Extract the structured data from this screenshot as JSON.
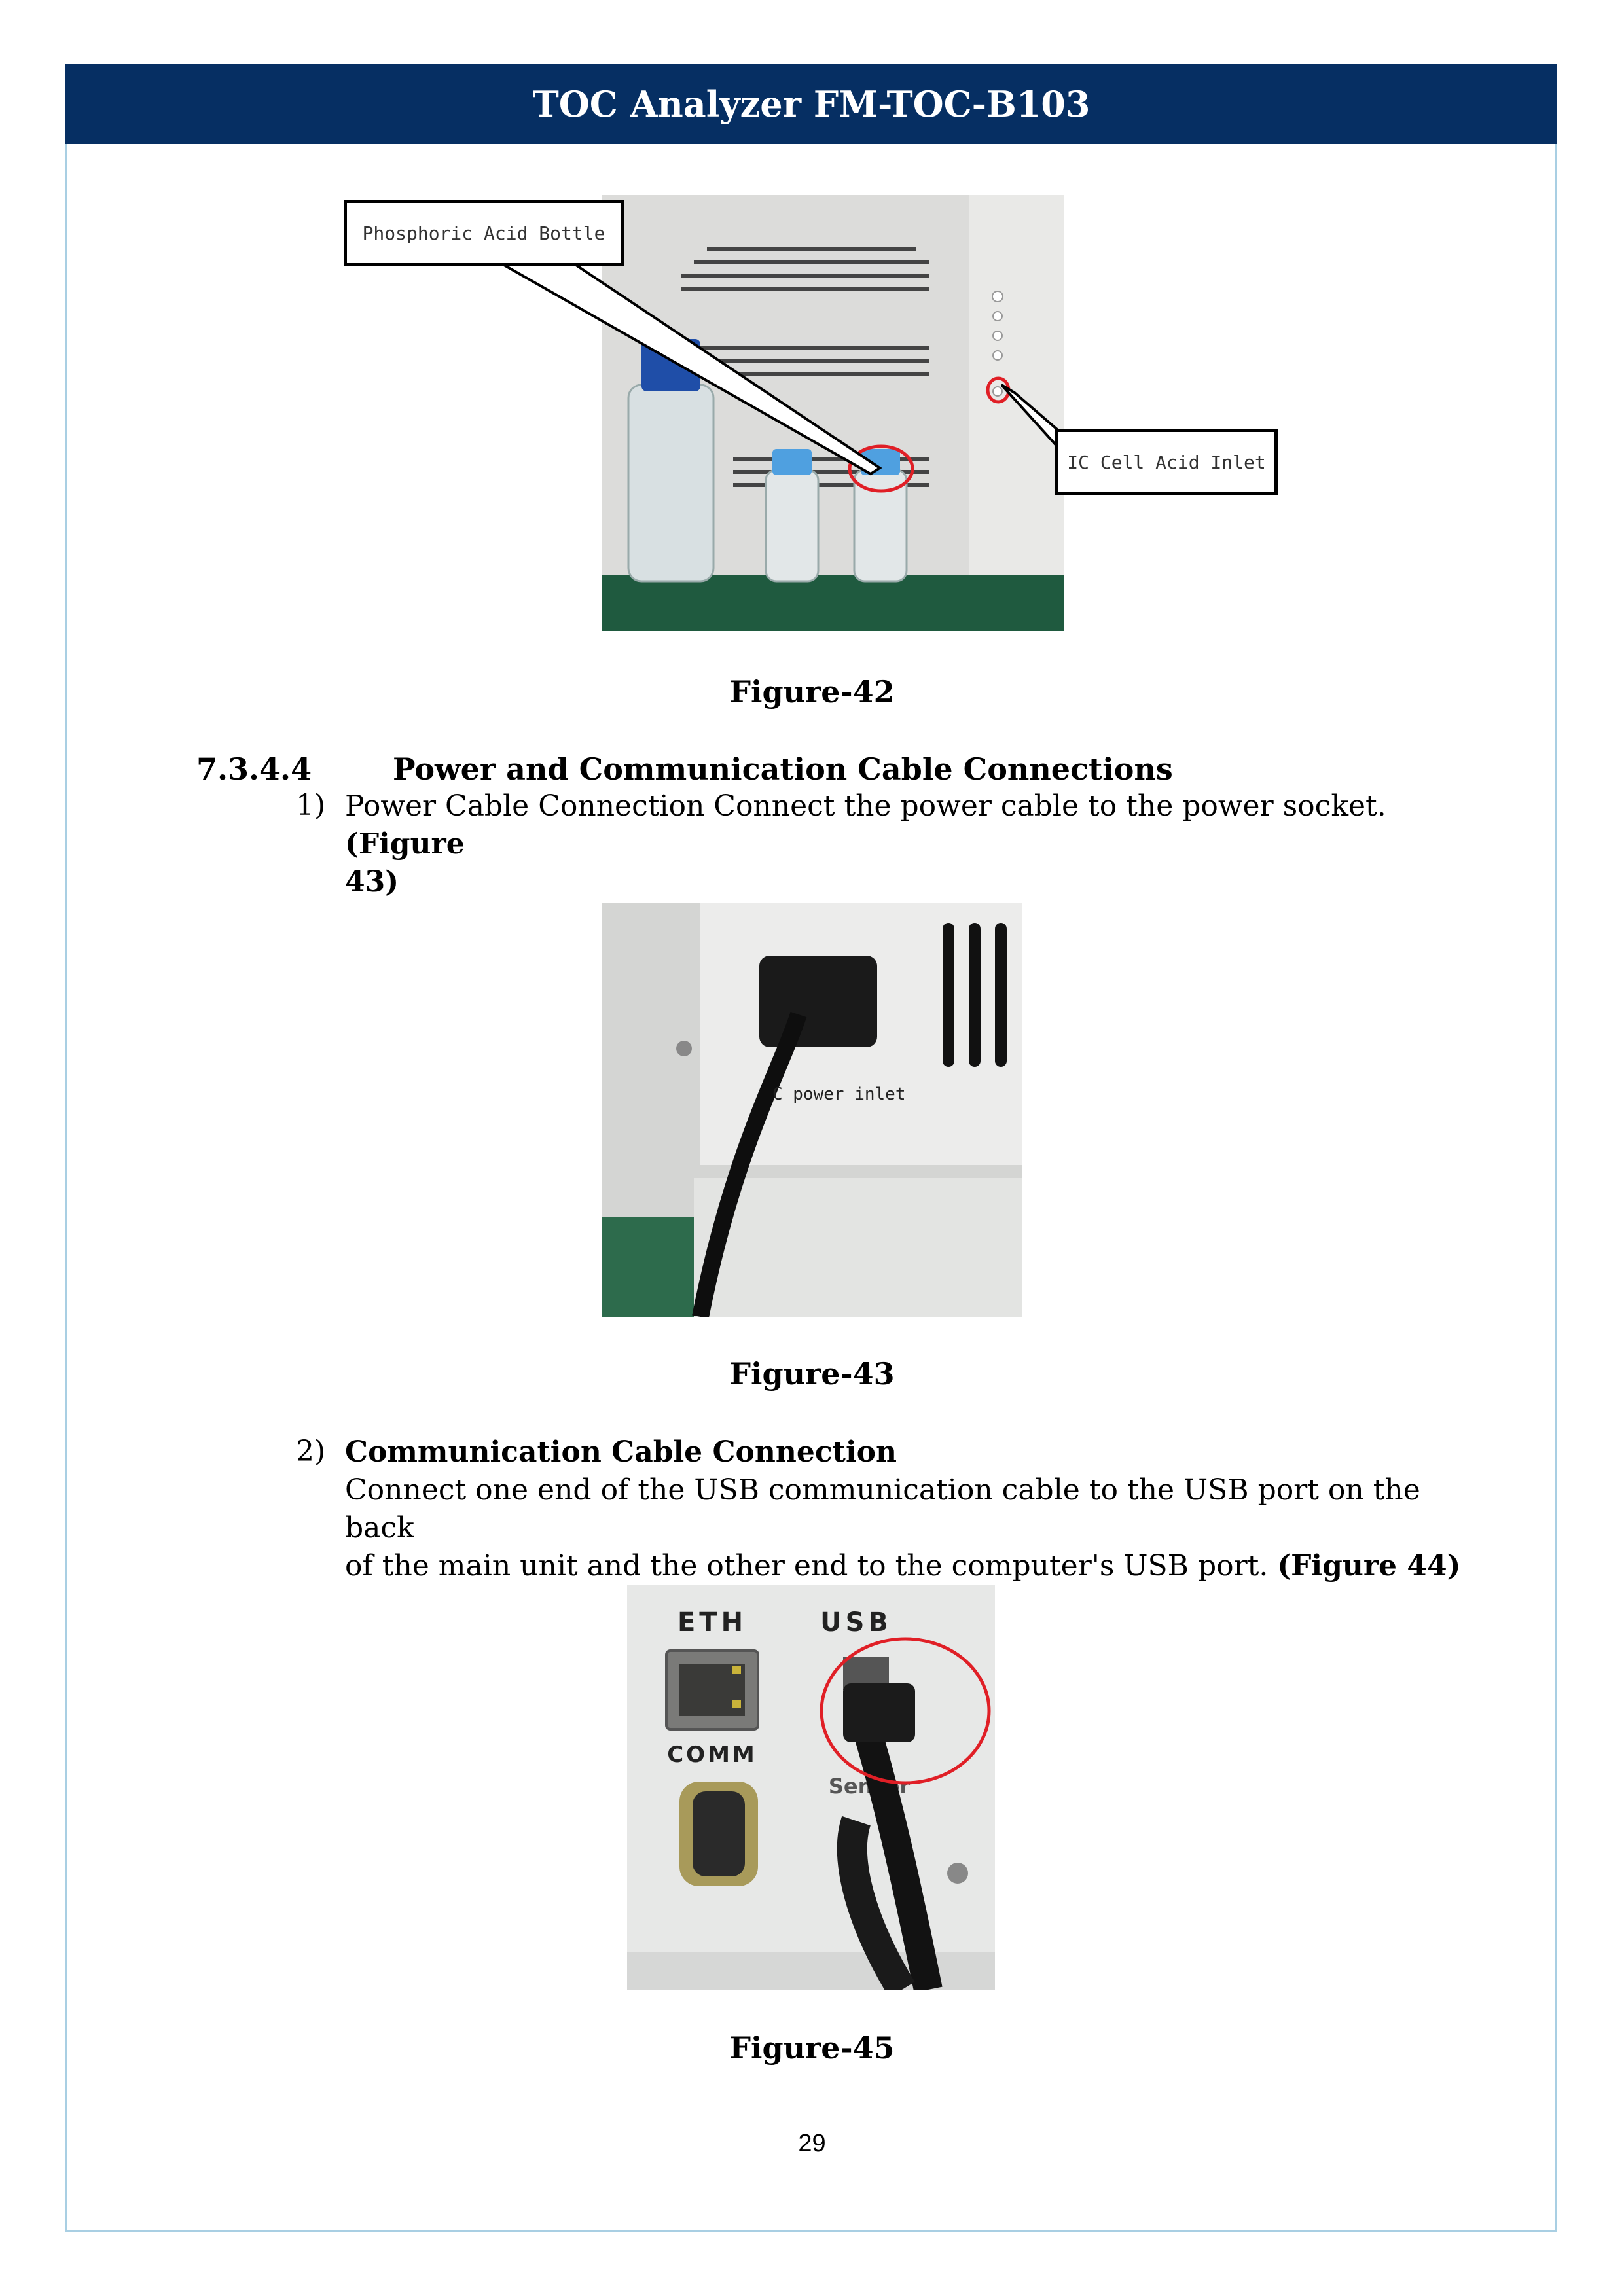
{
  "header": {
    "title": "TOC Analyzer FM-TOC-B103"
  },
  "figure42": {
    "callout_bottle": "Phosphoric Acid Bottle",
    "callout_inlet": "IC Cell Acid Inlet",
    "caption": "Figure-42"
  },
  "section": {
    "number": "7.3.4.4",
    "title": "Power and Communication Cable Connections"
  },
  "item1": {
    "num": "1)",
    "text": "Power Cable Connection Connect the power cable to the power socket. ",
    "ref_a": "(Figure",
    "ref_b": "43)"
  },
  "figure43": {
    "photo_label": "C power inlet",
    "caption": "Figure-43"
  },
  "item2": {
    "num": "2)",
    "title": "Communication Cable Connection",
    "text_line1": "Connect one end of the USB communication cable to the USB port on the back",
    "text_line2": "of the main unit and the other end to the computer's USB port. ",
    "ref": "(Figure 44)"
  },
  "figure45": {
    "label_eth": "ETH",
    "label_usb": "USB",
    "label_comm": "COMM",
    "label_sensor": "Sensor",
    "caption": "Figure-45"
  },
  "footer": {
    "page_number": "29"
  },
  "colors": {
    "header_bg": "#062f63",
    "frame": "#a9cfe3",
    "highlight": "#e01f26"
  }
}
